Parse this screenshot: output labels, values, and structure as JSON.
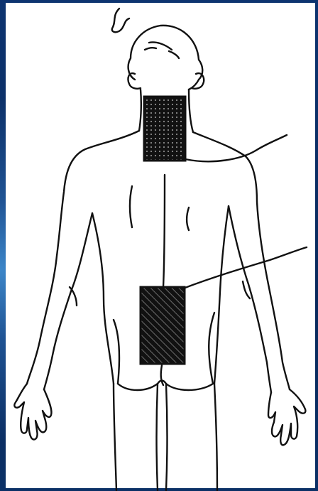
{
  "figure": {
    "subject": "human-back-outline",
    "pads": [
      {
        "id": "neck-electrode-pad",
        "fill": "#111111"
      },
      {
        "id": "lumbar-electrode-pad",
        "fill": "#111111"
      }
    ],
    "wires": 2
  },
  "colors": {
    "frame": "#0b2f6b",
    "panel": "#ffffff",
    "ink": "#111111"
  }
}
